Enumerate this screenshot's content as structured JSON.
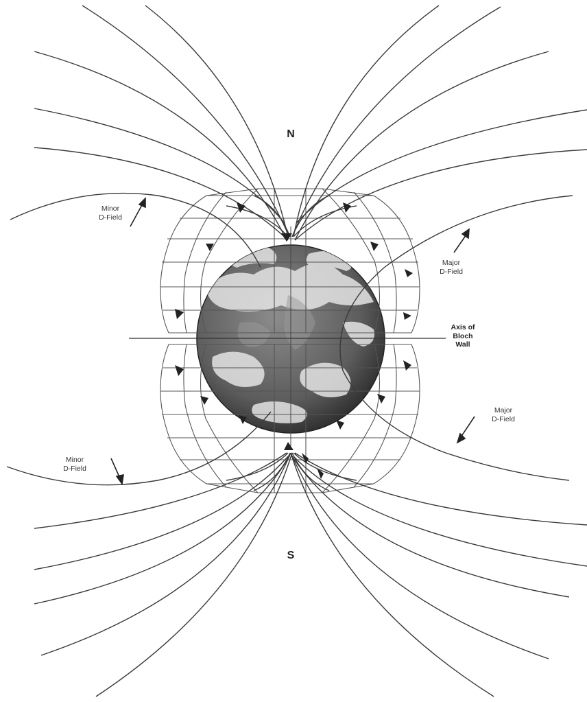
{
  "labels": {
    "north": "N",
    "south": "S",
    "minor_upper_line1": "Minor",
    "minor_upper_line2": "D-Field",
    "major_upper_line1": "Major",
    "major_upper_line2": "D-Field",
    "axis_line1": "Axis of",
    "axis_line2": "Bloch",
    "axis_line3": "Wall",
    "major_lower_line1": "Major",
    "major_lower_line2": "D-Field",
    "minor_lower_line1": "Minor",
    "minor_lower_line2": "D-Field"
  },
  "colors": {
    "line": "#3a3a3a",
    "grid": "#555555",
    "ocean": "#6a6a6a",
    "cloud": "#e6e6e6",
    "background": "#ffffff"
  }
}
